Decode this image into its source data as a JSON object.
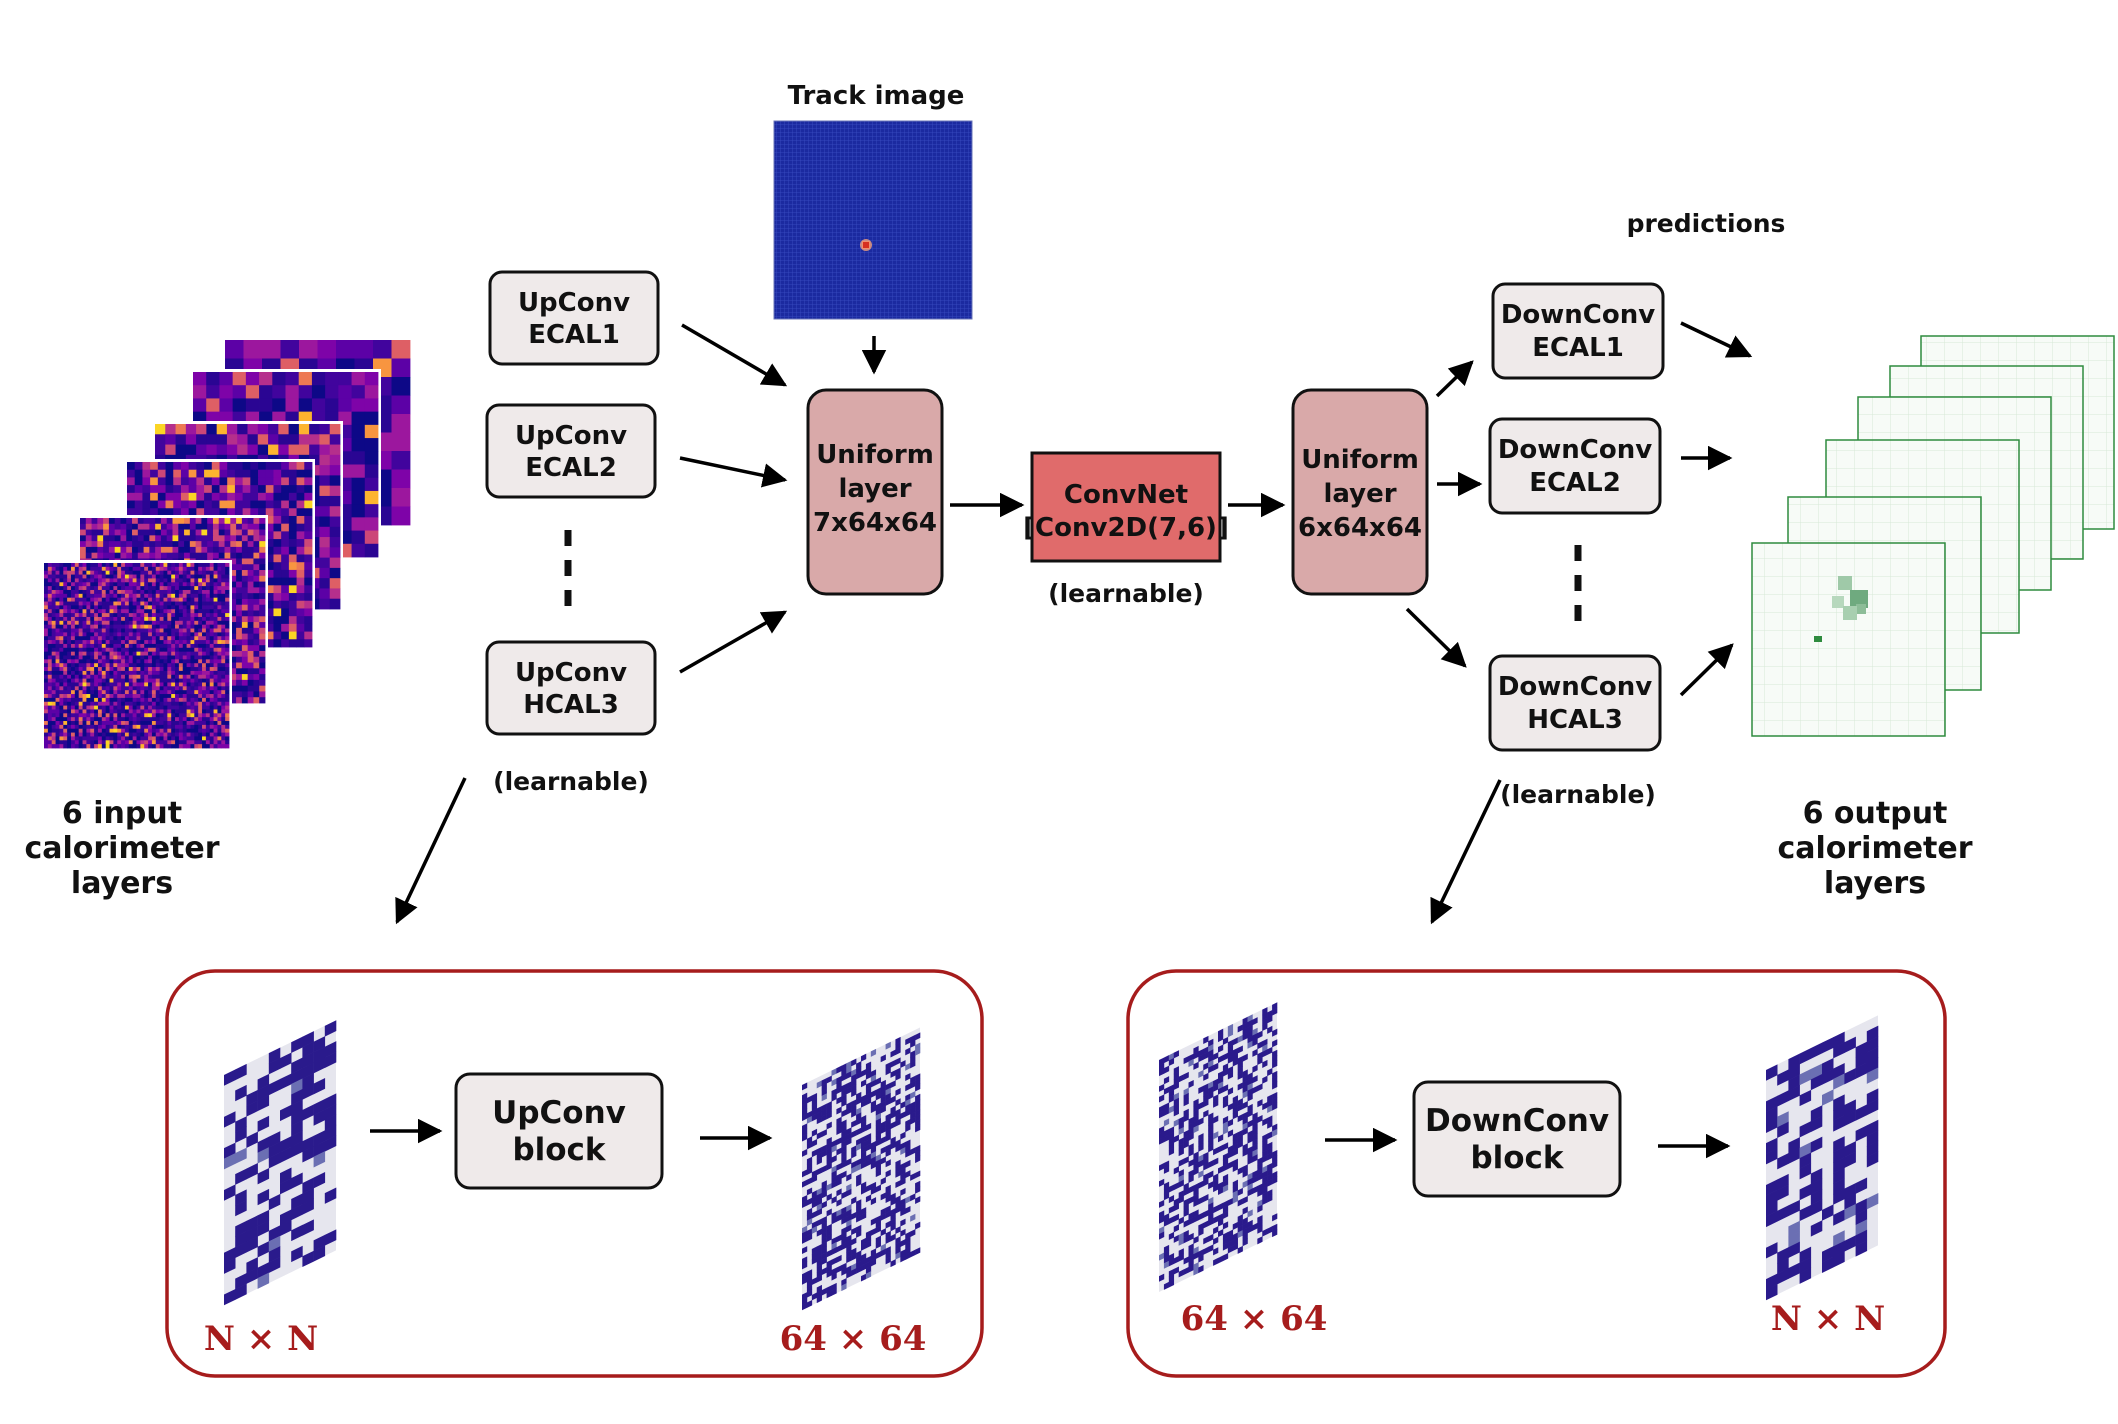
{
  "input_label": [
    "6 input",
    "calorimeter",
    "layers"
  ],
  "output_label": [
    "6 output",
    "calorimeter",
    "layers"
  ],
  "track_image_title": "Track image",
  "predictions_label": "predictions",
  "upconv_boxes": [
    [
      "UpConv",
      "ECAL1"
    ],
    [
      "UpConv",
      "ECAL2"
    ],
    [
      "UpConv",
      "HCAL3"
    ]
  ],
  "downconv_boxes": [
    [
      "DownConv",
      "ECAL1"
    ],
    [
      "DownConv",
      "ECAL2"
    ],
    [
      "DownConv",
      "HCAL3"
    ]
  ],
  "uniform_in": [
    "Uniform",
    "layer",
    "7x64x64"
  ],
  "uniform_out": [
    "Uniform",
    "layer",
    "6x64x64"
  ],
  "convnet": [
    "ConvNet",
    "[Conv2D(7,6)]"
  ],
  "learnable": "(learnable)",
  "upconv_detail": {
    "block": [
      "UpConv",
      "block"
    ],
    "in_size": "N × N",
    "out_size": "64 × 64"
  },
  "downconv_detail": {
    "block": [
      "DownConv",
      "block"
    ],
    "in_size": "64 × 64",
    "out_size": "N × N"
  },
  "colors": {
    "uniform_fill": "#d9a9a9",
    "convnet_fill": "#e06b6b",
    "gray_box": "#efeaea",
    "detail_border": "#a61c1c",
    "label_red": "#a61c1c",
    "heat_dark": "#1a0b6b",
    "track_blue": "#1a2a9c",
    "output_green": "#2e8b3e"
  }
}
